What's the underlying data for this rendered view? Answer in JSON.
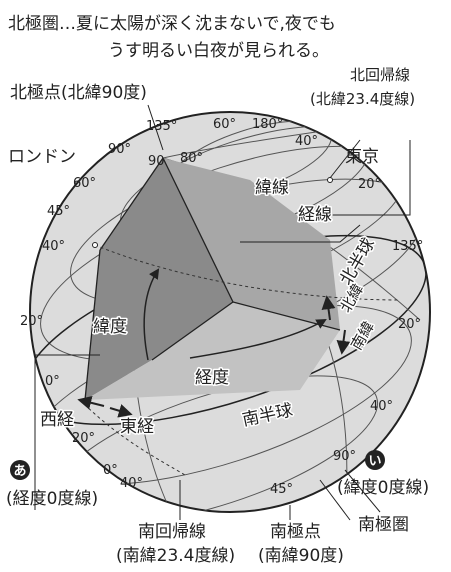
{
  "header": {
    "line1": "北極圏…夏に太陽が深く沈まないで,夜でも",
    "line2": "うす明るい白夜が見られる。"
  },
  "labels": {
    "north_pole": "北極点(北緯90度)",
    "arctic_circle_line": "北回帰線",
    "arctic_circle_sub": "(北緯23.4度線)",
    "london": "ロンドン",
    "tokyo": "東京",
    "latitude_line": "緯線",
    "longitude_line": "経線",
    "northern_hemisphere": "北半球",
    "north_lat": "北緯",
    "south_lat": "南緯",
    "latitude": "緯度",
    "longitude": "経度",
    "southern_hemisphere": "南半球",
    "west_long": "西経",
    "east_long": "東経",
    "marker_a": "あ",
    "marker_i": "い",
    "prime_meridian": "(経度0度線)",
    "equator": "(緯度0度線)",
    "tropic_capricorn": "南回帰線",
    "tropic_capricorn_sub": "(南緯23.4度線)",
    "south_pole": "南極点",
    "south_pole_sub": "(南緯90度)",
    "antarctic_circle": "南極圏"
  },
  "degrees": {
    "d135_top": "135°",
    "d60_top": "60°",
    "d180": "180°",
    "d90_l": "90°",
    "d90_pole": "90",
    "d80": "80°",
    "d40_r": "40°",
    "d60_l": "60°",
    "d20_r": "20°",
    "d45_l": "45°",
    "d40_l": "40°",
    "d135_r": "135°",
    "d20_l": "20°",
    "d20_r2": "20°",
    "d0_l": "0°",
    "d40_r2": "40°",
    "d20_b": "20°",
    "d90_b": "90°",
    "d0_b": "0°",
    "d40_b": "40°",
    "d45_b": "45°"
  },
  "colors": {
    "globe_fill": "#dcdcdc",
    "globe_stroke": "#222222",
    "section_dark": "#8a8a8a",
    "section_mid": "#a7a7a7",
    "section_light": "#c2c2c2",
    "line": "#333333"
  }
}
